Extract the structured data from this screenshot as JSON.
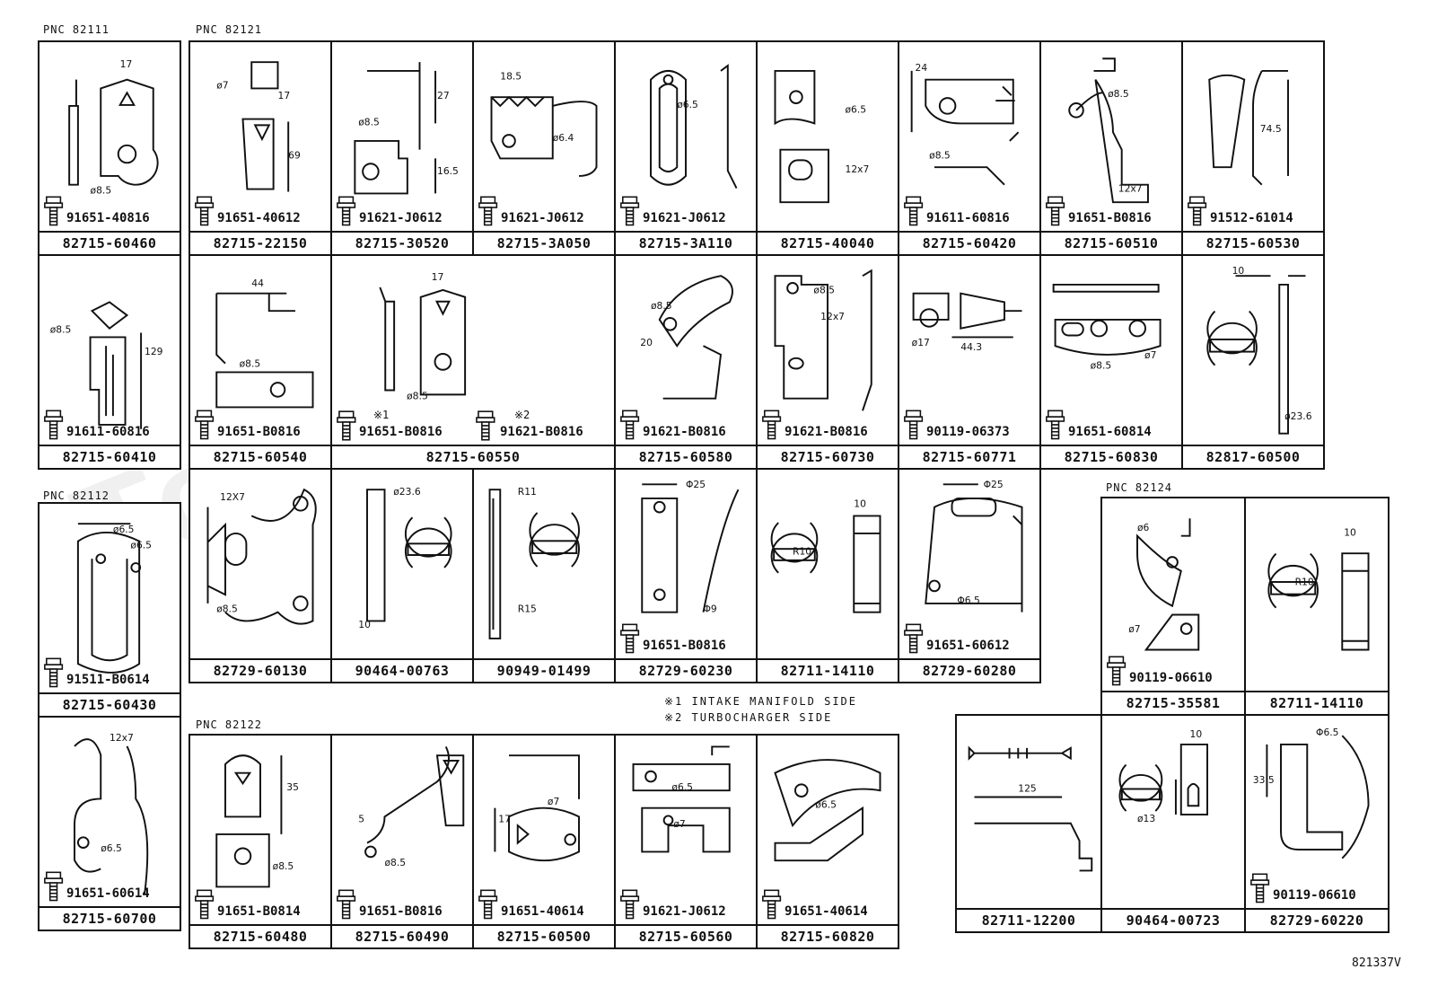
{
  "pnc_labels": [
    "PNC  82111",
    "PNC  82121",
    "PNC  82112",
    "PNC  82122",
    "PNC  82124"
  ],
  "notes": [
    "※1  INTAKE  MANIFOLD  SIDE",
    "※2  TURBOCHARGER  SIDE"
  ],
  "figure_id": "821337V",
  "watermark": "ToyotaParts",
  "cells": [
    {
      "part": "82715-60460",
      "bolt": "91651-40816",
      "dims": [
        "17",
        "ø8.5"
      ]
    },
    {
      "part": "82715-22150",
      "bolt": "91651-40612",
      "dims": [
        "ø7",
        "17",
        "69"
      ]
    },
    {
      "part": "82715-30520",
      "bolt": "91621-J0612",
      "dims": [
        "27",
        "ø8.5",
        "16.5"
      ]
    },
    {
      "part": "82715-3A050",
      "bolt": "91621-J0612",
      "dims": [
        "18.5",
        "ø6.4"
      ]
    },
    {
      "part": "82715-3A110",
      "bolt": "91621-J0612",
      "dims": [
        "ø6.5"
      ]
    },
    {
      "part": "82715-40040",
      "bolt": "",
      "dims": [
        "ø6.5",
        "12x7"
      ]
    },
    {
      "part": "82715-60420",
      "bolt": "91611-60816",
      "dims": [
        "24",
        "ø8.5"
      ]
    },
    {
      "part": "82715-60510",
      "bolt": "91651-B0816",
      "dims": [
        "ø8.5",
        "12x7"
      ]
    },
    {
      "part": "82715-60530",
      "bolt": "91512-61014",
      "dims": [
        "74.5"
      ]
    },
    {
      "part": "82715-60410",
      "bolt": "91611-60816",
      "dims": [
        "ø8.5",
        "129"
      ]
    },
    {
      "part": "82715-60540",
      "bolt": "91651-B0816",
      "dims": [
        "44",
        "ø8.5"
      ]
    },
    {
      "part": "82715-60550",
      "bolt": "91651-B0816",
      "bolt2": "91621-B0816",
      "mark1": "※1",
      "mark2": "※2",
      "dims": [
        "17",
        "ø8.5"
      ]
    },
    {
      "part": "82715-60580",
      "bolt": "91621-B0816",
      "dims": [
        "ø8.5",
        "20"
      ]
    },
    {
      "part": "82715-60730",
      "bolt": "91621-B0816",
      "dims": [
        "ø8.5",
        "12x7"
      ]
    },
    {
      "part": "82715-60771",
      "bolt": "90119-06373",
      "dims": [
        "ø17",
        "44.3"
      ]
    },
    {
      "part": "82715-60830",
      "bolt": "91651-60814",
      "dims": [
        "ø8.5",
        "ø7"
      ]
    },
    {
      "part": "82817-60500",
      "bolt": "",
      "dims": [
        "10",
        "ø23.6"
      ]
    },
    {
      "part": "82715-60430",
      "bolt": "91511-B0614",
      "dims": [
        "ø6.5",
        "ø6.5"
      ]
    },
    {
      "part": "82729-60130",
      "bolt": "",
      "dims": [
        "12X7",
        "ø8.5"
      ]
    },
    {
      "part": "90464-00763",
      "bolt": "",
      "dims": [
        "ø23.6",
        "10"
      ]
    },
    {
      "part": "90949-01499",
      "bolt": "",
      "dims": [
        "R11",
        "R15"
      ]
    },
    {
      "part": "82729-60230",
      "bolt": "91651-B0816",
      "dims": [
        "Φ25",
        "Φ9"
      ]
    },
    {
      "part": "82711-14110",
      "bolt": "",
      "dims": [
        "10",
        "R10"
      ]
    },
    {
      "part": "82729-60280",
      "bolt": "91651-60612",
      "dims": [
        "Φ25",
        "Φ6.5"
      ]
    },
    {
      "part": "82715-60700",
      "bolt": "91651-60614",
      "dims": [
        "12x7",
        "ø6.5"
      ]
    },
    {
      "part": "82715-60480",
      "bolt": "91651-B0814",
      "dims": [
        "35",
        "ø8.5"
      ]
    },
    {
      "part": "82715-60490",
      "bolt": "91651-B0816",
      "dims": [
        "5",
        "ø8.5"
      ]
    },
    {
      "part": "82715-60500",
      "bolt": "91651-40614",
      "dims": [
        "17",
        "ø7"
      ]
    },
    {
      "part": "82715-60560",
      "bolt": "91621-J0612",
      "dims": [
        "ø6.5",
        "ø7"
      ]
    },
    {
      "part": "82715-60820",
      "bolt": "91651-40614",
      "dims": [
        "ø6.5"
      ]
    },
    {
      "part": "82715-35581",
      "bolt": "90119-06610",
      "dims": [
        "ø6",
        "ø7"
      ]
    },
    {
      "part": "82711-14110",
      "bolt": "",
      "dims": [
        "10",
        "R10"
      ]
    },
    {
      "part": "82711-12200",
      "bolt": "",
      "dims": [
        "125"
      ]
    },
    {
      "part": "90464-00723",
      "bolt": "",
      "dims": [
        "10",
        "ø13"
      ]
    },
    {
      "part": "82729-60220",
      "bolt": "90119-06610",
      "dims": [
        "Φ6.5",
        "33.5"
      ]
    }
  ]
}
